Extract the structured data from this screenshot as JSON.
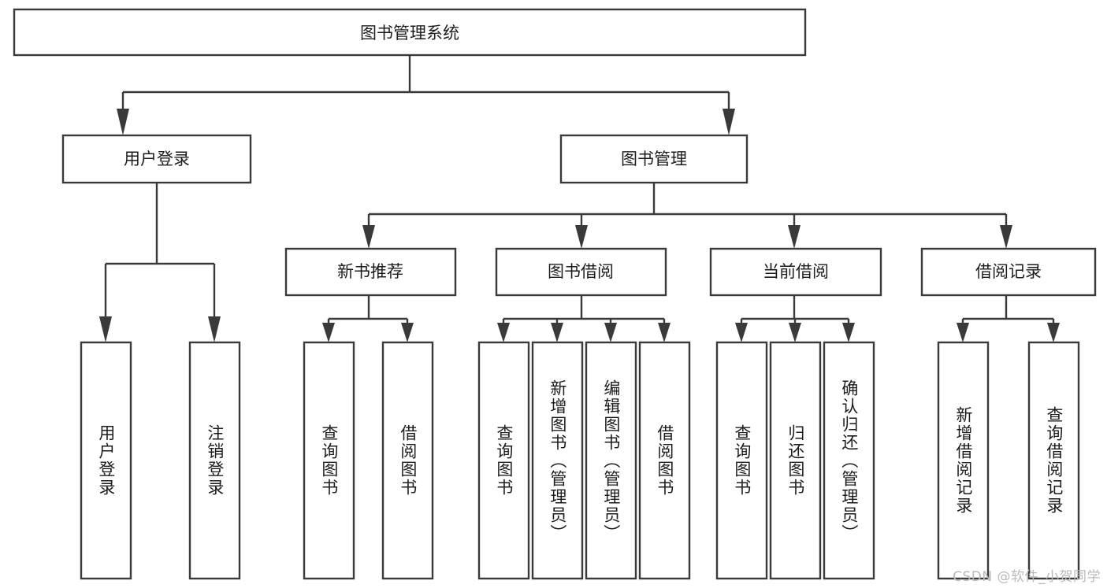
{
  "diagram": {
    "type": "tree",
    "title": "图书管理系统",
    "orientation": "top-down",
    "watermark": "CSDN @软件_小贺同学",
    "colors": {
      "box_fill": "#ffffff",
      "box_stroke": "#3a3a3a",
      "text": "#1c1c1c",
      "watermark": "#b9b9b9",
      "background": "#ffffff"
    },
    "root": {
      "label": "图书管理系统"
    },
    "level2": [
      {
        "label": "用户登录"
      },
      {
        "label": "图书管理"
      }
    ],
    "level3": [
      {
        "label": "新书推荐"
      },
      {
        "label": "图书借阅"
      },
      {
        "label": "当前借阅"
      },
      {
        "label": "借阅记录"
      }
    ],
    "leaves": {
      "user_login": [
        {
          "label": "用户登录"
        },
        {
          "label": "注销登录"
        }
      ],
      "new_book_recommend": [
        {
          "label": "查询图书"
        },
        {
          "label": "借阅图书"
        }
      ],
      "book_borrow": [
        {
          "label": "查询图书"
        },
        {
          "label": "新增图书（管理员）"
        },
        {
          "label": "编辑图书（管理员）"
        },
        {
          "label": "借阅图书"
        }
      ],
      "current_borrow": [
        {
          "label": "查询图书"
        },
        {
          "label": "归还图书"
        },
        {
          "label": "确认归还（管理员）"
        }
      ],
      "borrow_record": [
        {
          "label": "新增借阅记录"
        },
        {
          "label": "查询借阅记录"
        }
      ]
    }
  }
}
